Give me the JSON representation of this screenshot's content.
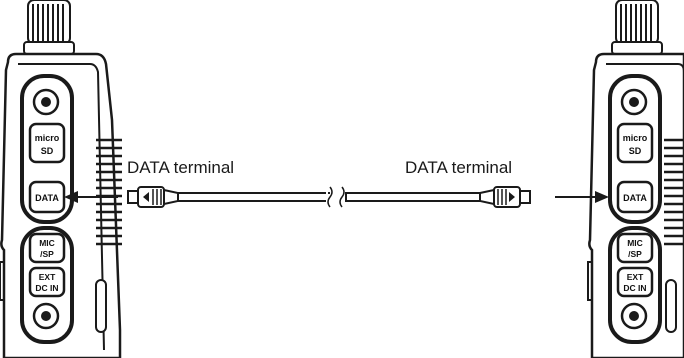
{
  "labels": {
    "left_terminal": "DATA terminal",
    "right_terminal": "DATA terminal"
  },
  "radio_panel": {
    "microsd_line1": "micro",
    "microsd_line2": "SD",
    "data": "DATA",
    "micsp_line1": "MIC",
    "micsp_line2": "/SP",
    "extdc_line1": "EXT",
    "extdc_line2": "DC IN"
  },
  "colors": {
    "line": "#1a1a1a",
    "cable": "#ffffff"
  }
}
